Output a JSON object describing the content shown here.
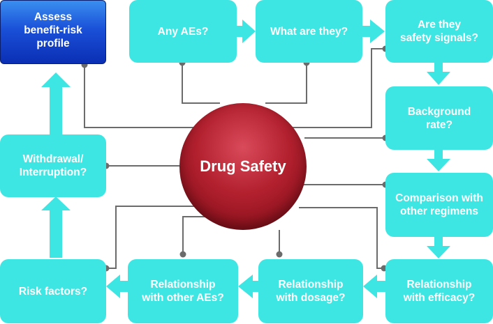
{
  "center_label": "Drug Safety",
  "boxes": {
    "assess": "Assess\nbenefit-risk\nprofile",
    "any_aes": "Any AEs?",
    "what_are_they": "What are they?",
    "safety_signals": "Are they\nsafety signals?",
    "background_rate": "Background\nrate?",
    "comparison": "Comparison with\nother regimens",
    "efficacy": "Relationship\nwith efficacy?",
    "dosage": "Relationship\nwith dosage?",
    "other_aes": "Relationship\nwith other AEs?",
    "risk_factors": "Risk factors?",
    "withdrawal": "Withdrawal/\nInterruption?"
  },
  "colors": {
    "box_fill": "#3ee6e3",
    "start_box_fill": "#1a50d8",
    "center_fill": "#b2202e",
    "connector": "#6b6b6b",
    "text": "#ffffff"
  }
}
